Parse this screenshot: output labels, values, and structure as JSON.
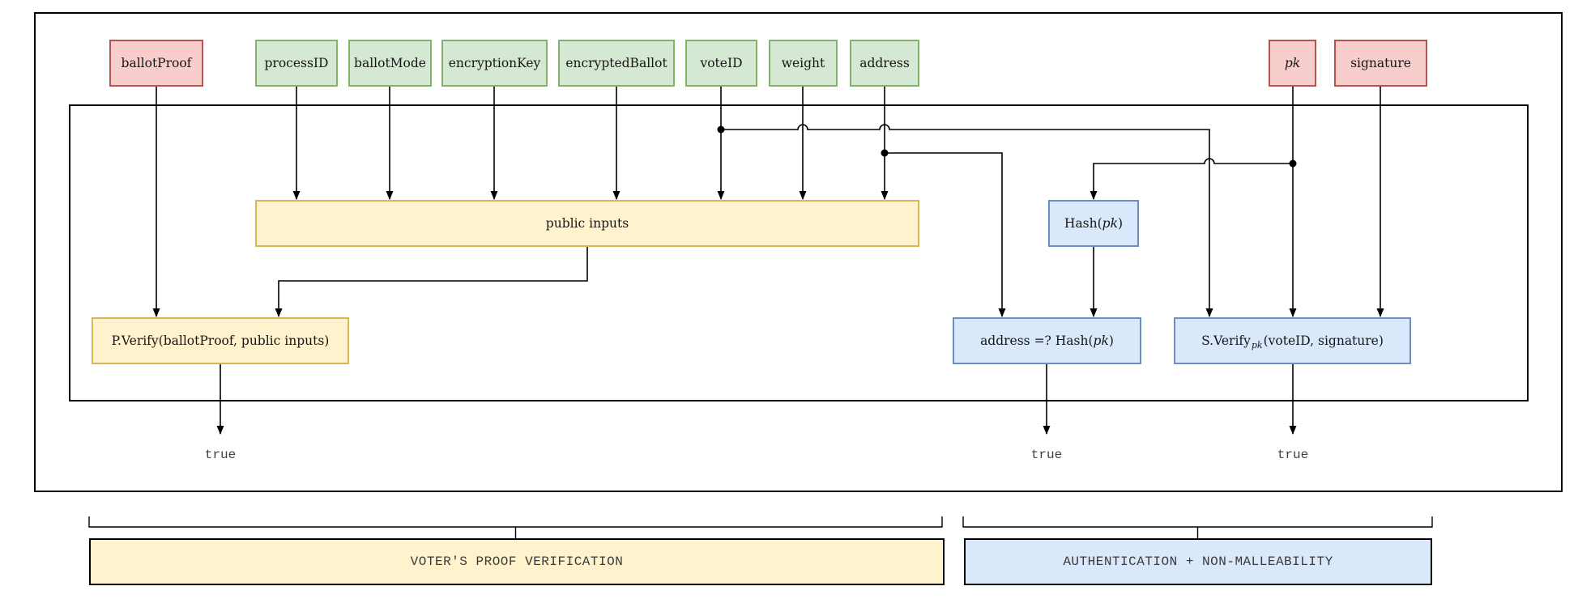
{
  "inputs": [
    {
      "label": "ballotProof",
      "kind": "private"
    },
    {
      "label": "processID",
      "kind": "public"
    },
    {
      "label": "ballotMode",
      "kind": "public"
    },
    {
      "label": "encryptionKey",
      "kind": "public"
    },
    {
      "label": "encryptedBallot",
      "kind": "public"
    },
    {
      "label": "voteID",
      "kind": "public"
    },
    {
      "label": "weight",
      "kind": "public"
    },
    {
      "label": "address",
      "kind": "public"
    },
    {
      "label": "pk",
      "kind": "private",
      "italic": true
    },
    {
      "label": "signature",
      "kind": "private"
    }
  ],
  "nodes": {
    "public_inputs": {
      "label": "public inputs"
    },
    "hash_pk": {
      "pre": "Hash(",
      "arg": "pk",
      "post": ")"
    },
    "p_verify": {
      "label": "P.Verify(ballotProof, public inputs)"
    },
    "address_check": {
      "pre": "address =? Hash(",
      "arg": "pk",
      "post": ")"
    },
    "s_verify": {
      "pre": "S.Verify",
      "sub": "pk",
      "post": "(voteID, signature)"
    }
  },
  "outputs": [
    {
      "label": "true"
    },
    {
      "label": "true"
    },
    {
      "label": "true"
    }
  ],
  "legend": [
    {
      "label": "VOTER'S PROOF VERIFICATION",
      "fill": "#fff2cc"
    },
    {
      "label": "AUTHENTICATION + NON-MALLEABILITY",
      "fill": "#dae8fc"
    }
  ],
  "colors": {
    "private_input_fill": "#f8cecc",
    "private_input_stroke": "#b85450",
    "public_input_fill": "#d5e8d4",
    "public_input_stroke": "#82b366",
    "process_fill": "#fff2cc",
    "process_stroke": "#d6b656",
    "check_fill": "#dae8fc",
    "check_stroke": "#6c8ebf",
    "connector": "#000000"
  }
}
